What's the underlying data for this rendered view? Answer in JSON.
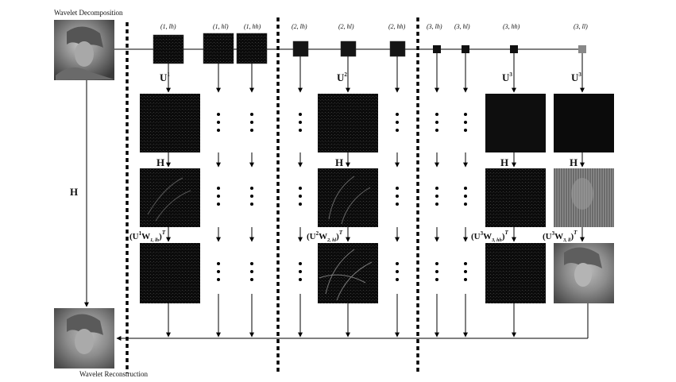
{
  "captions": {
    "decomposition": "Wavelet Decomposition",
    "reconstruction": "Wavelet Reconstruction"
  },
  "column_labels": [
    "(1, lh)",
    "(1, hl)",
    "(1, hh)",
    "(2, lh)",
    "(2, hl)",
    "(2, hh)",
    "(3, lh)",
    "(3, hl)",
    "(3, hh)",
    "(3, ll)"
  ],
  "operators": {
    "H_main": "H",
    "U": "U",
    "H": "H",
    "W": "W",
    "T": "T",
    "U_sup": [
      "1",
      "2",
      "3",
      "3"
    ],
    "W_sub": [
      "1, lh",
      "2, hl",
      "3, hh",
      "3, ll"
    ]
  },
  "colors": {
    "line": "#000000",
    "dark_tile": "#111111",
    "background": "#ffffff"
  }
}
